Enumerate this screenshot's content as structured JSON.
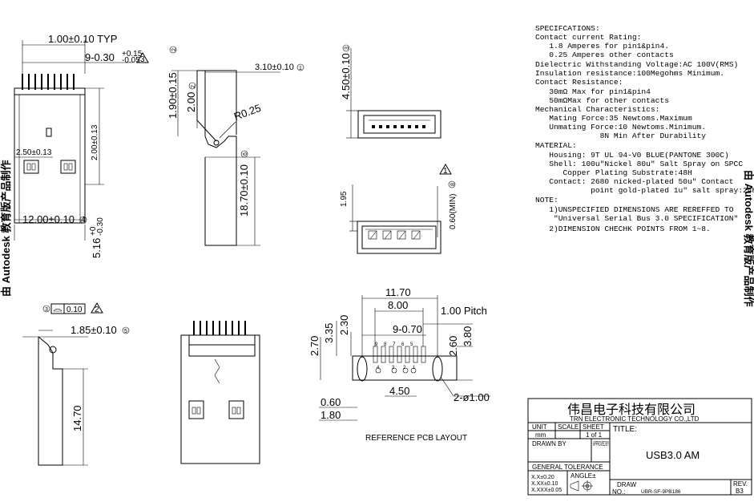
{
  "dims": {
    "top_width": "1.00±0.10 TYP",
    "top_pitch": "9-0.30",
    "top_pitch_tol_up": "+0.15",
    "top_pitch_tol_dn": "-0.05",
    "flag3": "3",
    "side_len_200": "2.00±0.13",
    "pad_250": "2.50±0.13",
    "w_1200": "12.00±0.10",
    "w_1200_mark": "4",
    "h_516": "5.16",
    "h_516_tol_up": "+0",
    "h_516_tol_dn": "-0.30",
    "h_190": "1.90±0.15",
    "h_190_mark": "2",
    "h_200": "2.00",
    "h_200_mark": "2",
    "w_310": "3.10±0.10",
    "w_310_mark": "1",
    "r_025": "R0.25",
    "h_1870": "18.70±0.10",
    "h_1870_mark": "6",
    "h_450": "4.50±0.10",
    "h_450_mark": "3",
    "h_195": "1.95",
    "h_060": "0.60(MIN)",
    "h_060_mark": "8",
    "flag1": "1",
    "flat_mark": "3",
    "flat_val": "0.10",
    "flag2": "2",
    "w_185": "1.85±0.10",
    "w_185_mark": "5",
    "h_1470": "14.70",
    "pcb_1170": "11.70",
    "pcb_800": "8.00",
    "pcb_pitch": "1.00 Pitch",
    "pcb_9x": "9-0.70",
    "pcb_335": "3.35",
    "pcb_230": "2.30",
    "pcb_270": "2.70",
    "pcb_260": "2.60",
    "pcb_380": "3.80",
    "pcb_450": "4.50",
    "pcb_holes": "2-ø1.00",
    "pcb_060": "0.60",
    "pcb_180": "1.80",
    "pcb_pins_top": [
      "9",
      "8",
      "7",
      "6",
      "5"
    ],
    "pcb_pins_bot": [
      "4",
      "3",
      "2",
      "1"
    ],
    "pcb_caption": "REFERENCE PCB LAYOUT"
  },
  "specs": [
    "SPECIFCATIONS:",
    "Contact current Rating:",
    "   1.8 Amperes for pin1&pin4.",
    "   0.25 Amperes other contacts",
    "Dielectric Withstanding Voltage:AC 100V(RMS)",
    "Insulation resistance:100Megohms Minimum.",
    "Contact Resistance:",
    "   30mΩ Max for pin1&pin4",
    "   50mΩMax for other contacts",
    "Mechanical Characteristics:",
    "   Mating Force:35 Newtoms.Maximum",
    "   Unmating Force:10 Newtoms.Minimum.",
    "              8N Min After Durability",
    "MATERIAL:",
    "   Housing: 9T UL 94-V0 BLUE(PANTONE 300C)",
    "   Shell: 100u\"Nickel 80u\" Salt Spray on SPCC",
    "      Copper Plating Substrate:48H",
    "   Contact: 2680 nicked-plated 50u\" Contact",
    "            point gold-plated 1u\" salt spray:24H",
    "NOTE:",
    "   1)UNSPECIFIED DIMENSIONS ARE REREFFED TO",
    "    \"Universal Serial Bus 3.0 SPECIFICATION\"",
    "   2)DIMENSION CHECHK POINTS FROM 1~8."
  ],
  "watermark": {
    "left": "由 Autodesk 教育版产品制作",
    "right": "由 Autodesk 教育版产品制作"
  },
  "titleblock": {
    "company_cn": "伟昌电子科技有限公司",
    "company_en": "TRN ELECTRONIC TECHNOLOGY CO.,LTD",
    "unit_label": "UNIT",
    "unit_val": "mm",
    "scale_label": "SCALE",
    "sheet_label": "SHEET",
    "sheet_val": "1 of 1",
    "title_label": "TITLE:",
    "title_val": "USB3.0  AM",
    "drawn_by": "DRAWN  BY",
    "approved_by": "APPROVED BY",
    "gen_tol": "GENERAL  TOLERANCE",
    "tol1": "X.X±0.20",
    "tol2": "X.XX±0.10",
    "tol3": "X.XXX±0.05",
    "angle": "ANGLE±",
    "draw_label": "DRAW",
    "no_label": "NO.:",
    "draw_no": "UBR-SF-9PB186",
    "rev_label": "REV.",
    "rev_val": "B3"
  }
}
